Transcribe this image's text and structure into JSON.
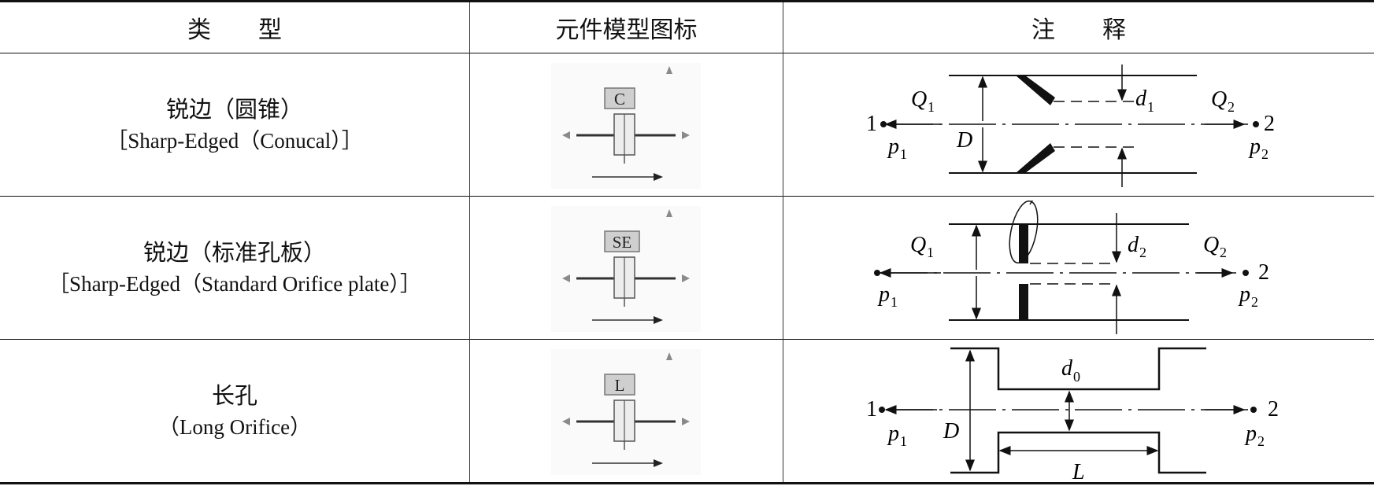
{
  "header": {
    "col_type": "类　　型",
    "col_icon": "元件模型图标",
    "col_note": "注　　释"
  },
  "rows": [
    {
      "type_zh": "锐边（圆锥）",
      "type_en": "［Sharp-Edged（Conucal）］",
      "icon_label": "C",
      "labels": {
        "q_in": "Q",
        "q_in_sub": "1",
        "q_out": "Q",
        "q_out_sub": "2",
        "d": "d",
        "d_sub": "1",
        "D": "D",
        "p1": "p",
        "p1_sub": "1",
        "p2": "p",
        "p2_sub": "2",
        "n1": "1",
        "n2": "2"
      }
    },
    {
      "type_zh": "锐边（标准孔板）",
      "type_en": "［Sharp-Edged（Standard Orifice plate）］",
      "icon_label": "SE",
      "labels": {
        "q_in": "Q",
        "q_in_sub": "1",
        "q_out": "Q",
        "q_out_sub": "2",
        "d": "d",
        "d_sub": "2",
        "p1": "p",
        "p1_sub": "1",
        "p2": "p",
        "p2_sub": "2",
        "n2": "2"
      }
    },
    {
      "type_zh": "长孔",
      "type_en": "（Long Orifice）",
      "icon_label": "L",
      "labels": {
        "d": "d",
        "d_sub": "0",
        "D": "D",
        "L": "L",
        "p1": "p",
        "p1_sub": "1",
        "p2": "p",
        "p2_sub": "2",
        "n1": "1",
        "n2": "2"
      }
    }
  ]
}
